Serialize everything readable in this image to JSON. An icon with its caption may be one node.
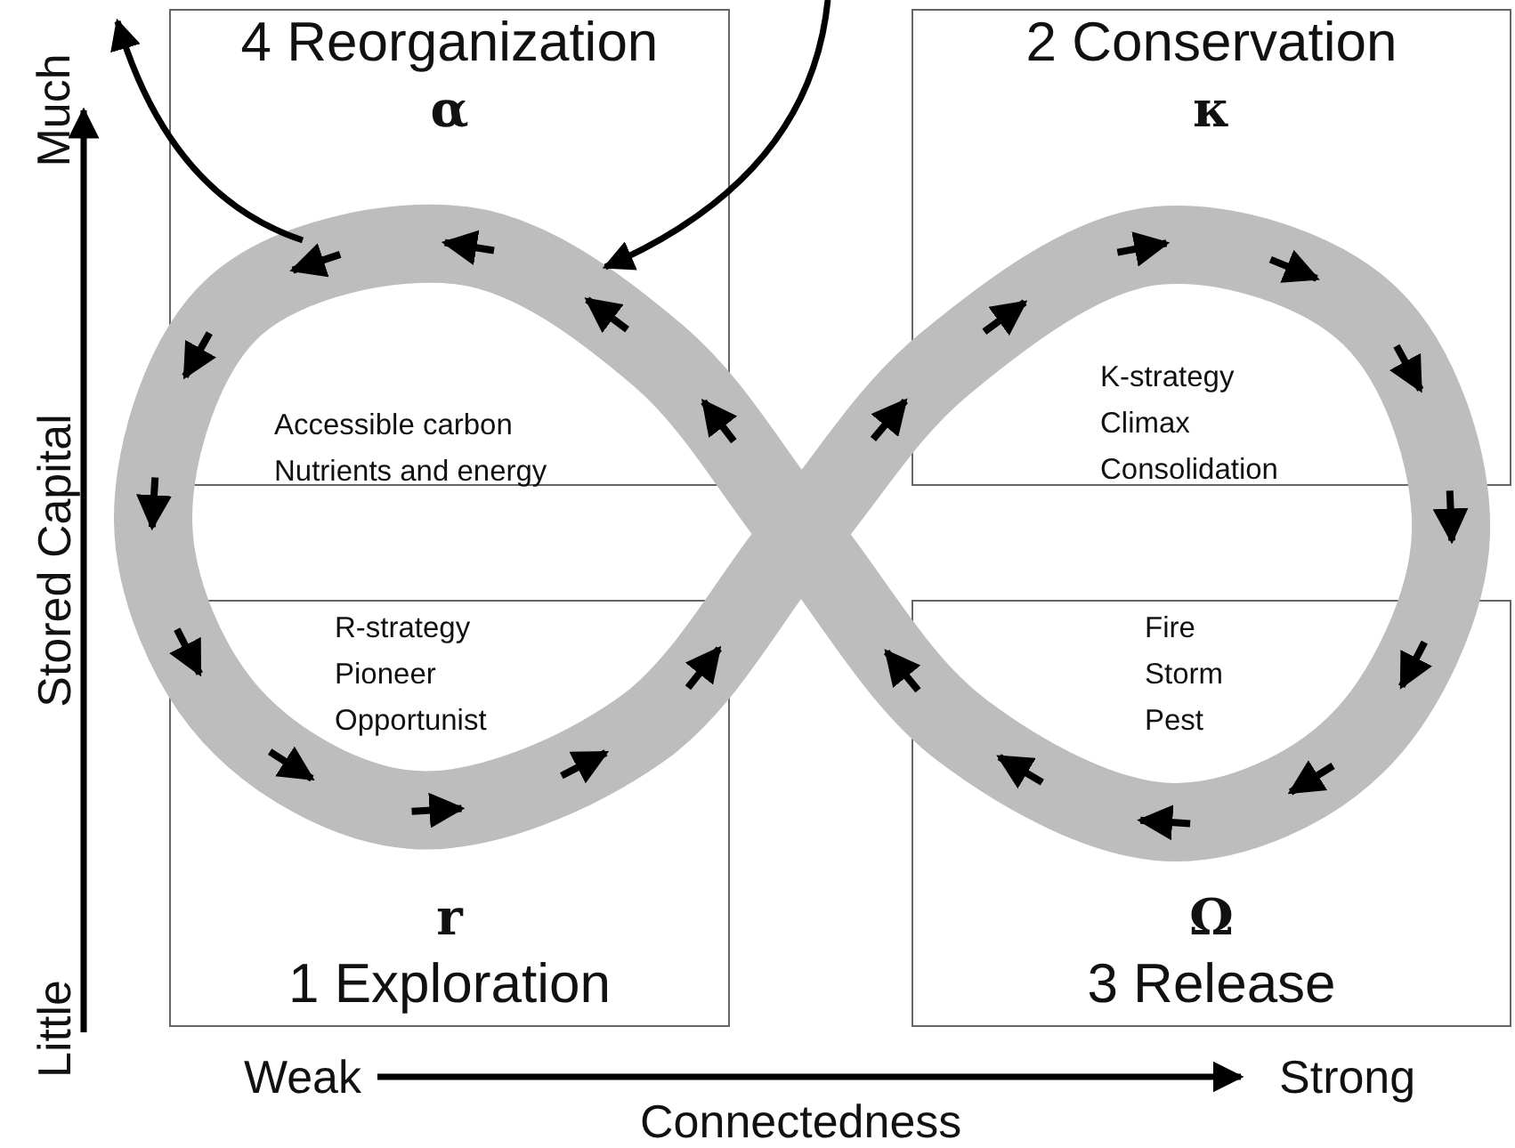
{
  "diagram": {
    "nodes": [
      {
        "text": [
          "4 Reorganization",
          "α",
          "Accessible carbon Nutrients and energy"
        ]
      },
      {
        "text": [
          "2 Conservation",
          "κ",
          "K-strategy Climax Consolidation"
        ]
      },
      {
        "text": [
          "R-strategy Pioneer Opportunist",
          "r",
          "1 Exploration"
        ]
      },
      {
        "text": [
          "Fire Storm Pest",
          "Ω",
          "3 Release"
        ]
      }
    ],
    "labels": [
      "Much",
      "Stored Capital",
      "Little",
      "Weak",
      "Strong",
      "Connectedness"
    ]
  }
}
